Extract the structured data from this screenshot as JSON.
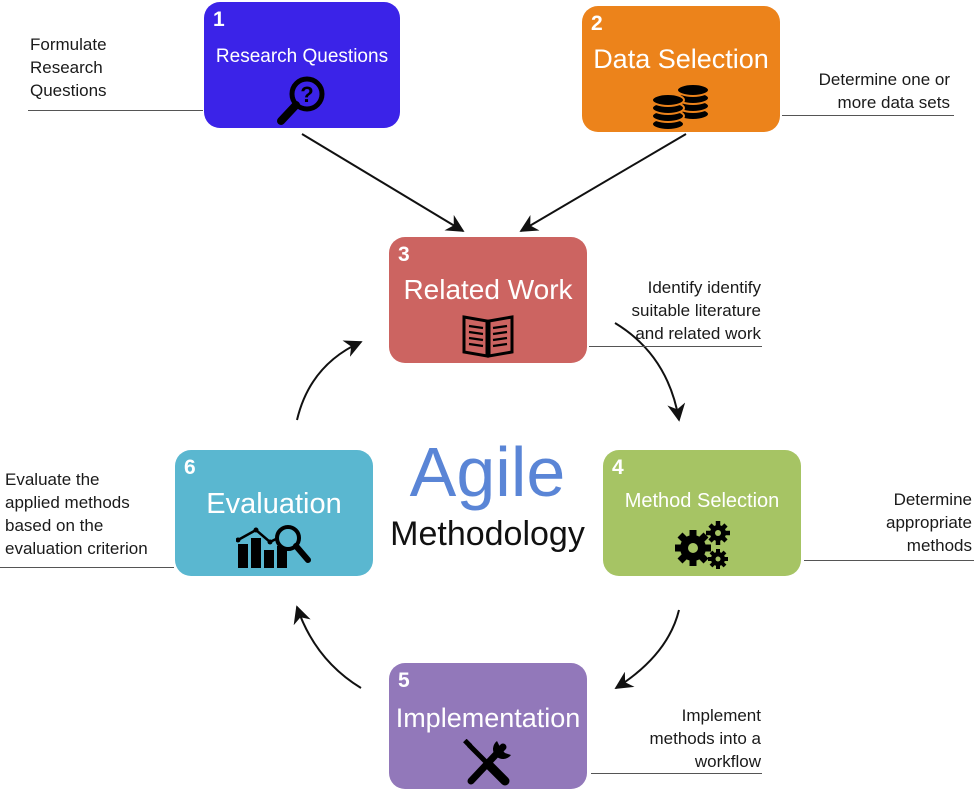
{
  "center": {
    "title": "Agile",
    "subtitle": "Methodology"
  },
  "steps": [
    {
      "number": "1",
      "title": "Research Questions",
      "icon": "magnifier-question-icon",
      "color": "#3b23e8",
      "note": [
        "Formulate",
        "Research",
        "Questions"
      ]
    },
    {
      "number": "2",
      "title": "Data Selection",
      "icon": "coin-stacks-icon",
      "color": "#ec831b",
      "note": [
        "Determine one or",
        "more data sets"
      ]
    },
    {
      "number": "3",
      "title": "Related Work",
      "icon": "open-book-icon",
      "color": "#cc6461",
      "note": [
        "Identify identify",
        "suitable literature",
        "and related work"
      ]
    },
    {
      "number": "4",
      "title": "Method Selection",
      "icon": "gears-icon",
      "color": "#a6c464",
      "note": [
        "Determine",
        "appropriate",
        "methods"
      ]
    },
    {
      "number": "5",
      "title": "Implementation",
      "icon": "wrench-screwdriver-icon",
      "color": "#9278ba",
      "note": [
        "Implement",
        "methods into a",
        "workflow"
      ]
    },
    {
      "number": "6",
      "title": "Evaluation",
      "icon": "chart-magnifier-icon",
      "color": "#5ab7d0",
      "note": [
        "Evaluate the",
        "applied methods",
        "based on the",
        "evaluation criterion"
      ]
    }
  ]
}
